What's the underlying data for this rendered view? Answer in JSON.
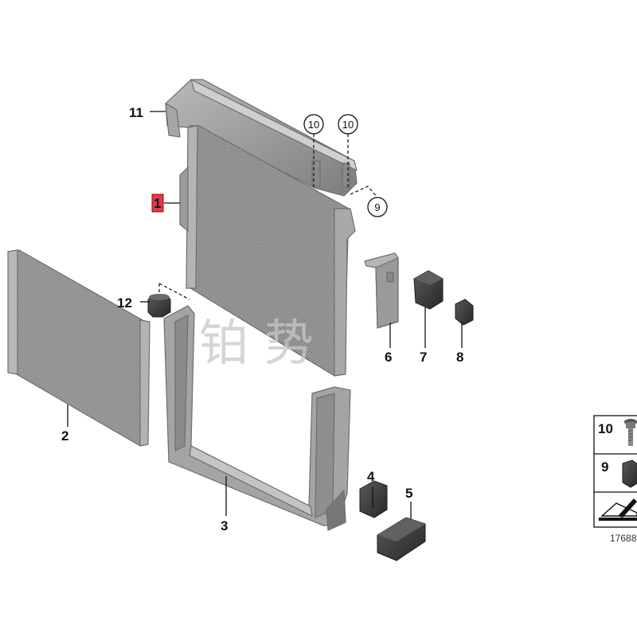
{
  "callouts": {
    "p1": "1",
    "p2": "2",
    "p3": "3",
    "p4": "4",
    "p5": "5",
    "p6": "6",
    "p7": "7",
    "p8": "8",
    "p9": "9",
    "p10a": "10",
    "p10b": "10",
    "p11": "11",
    "p12": "12"
  },
  "legend": {
    "item10": "10",
    "item9": "9"
  },
  "reference_number": "17688",
  "watermark": "铂 势",
  "colors": {
    "highlight": "#e03a4a",
    "part_fill": "#8c8c8c",
    "part_dark": "#3a3a3a",
    "line": "#111111"
  }
}
